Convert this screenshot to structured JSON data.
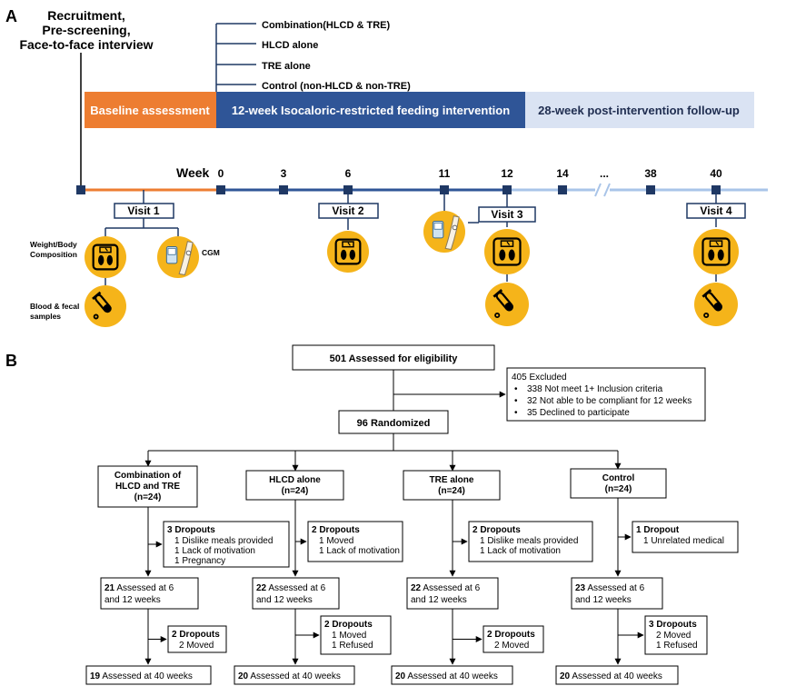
{
  "panel_a": {
    "letter": "A",
    "recruitment": [
      "Recruitment,",
      "Pre-screening,",
      "Face-to-face interview"
    ],
    "arms": [
      "Combination(HLCD & TRE)",
      "HLCD alone",
      "TRE alone",
      "Control (non-HLCD & non-TRE)"
    ],
    "phases": {
      "baseline": "Baseline assessment",
      "intervention": "12-week Isocaloric-restricted feeding intervention",
      "followup": "28-week post-intervention follow-up"
    },
    "colors": {
      "baseline": "#ED7D31",
      "intervention": "#2F5597",
      "followup": "#DAE3F3",
      "icon_fill": "#F5B41A",
      "timeline": "#1F3864"
    },
    "week_label": "Week",
    "weeks": [
      "0",
      "3",
      "6",
      "11",
      "12",
      "14",
      "...",
      "38",
      "40"
    ],
    "visits": [
      "Visit 1",
      "Visit 2",
      "Visit 3",
      "Visit 4"
    ],
    "measures": {
      "weight": [
        "Weight/Body",
        "Composition"
      ],
      "cgm": "CGM",
      "samples": [
        "Blood & fecal",
        "samples"
      ]
    },
    "icons": [
      "scale-icon",
      "cgm-icon",
      "test-tube-icon"
    ]
  },
  "panel_b": {
    "letter": "B",
    "assessed": "501 Assessed for eligibility",
    "excluded": {
      "title": "405 Excluded",
      "items": [
        "338 Not meet 1+ Inclusion criteria",
        "32 Not able to be compliant for 12 weeks",
        "35 Declined to participate"
      ]
    },
    "randomized": "96 Randomized",
    "groups": [
      {
        "name": [
          "Combination of",
          "HLCD and TRE",
          "(n=24)"
        ],
        "dropouts1": {
          "title": "3 Dropouts",
          "items": [
            "1 Dislike meals provided",
            "1 Lack of motivation",
            "1 Pregnancy"
          ]
        },
        "assessed12": {
          "num": "21",
          "text": [
            " Assessed at 6",
            "and 12 weeks"
          ]
        },
        "dropouts2": {
          "title": "2 Dropouts",
          "items": [
            "2 Moved"
          ]
        },
        "assessed40": {
          "num": "19",
          "text": " Assessed at 40 weeks"
        }
      },
      {
        "name": [
          "HLCD alone",
          "(n=24)"
        ],
        "dropouts1": {
          "title": "2 Dropouts",
          "items": [
            "1 Moved",
            "1 Lack of motivation"
          ]
        },
        "assessed12": {
          "num": "22",
          "text": [
            " Assessed at 6",
            "and 12 weeks"
          ]
        },
        "dropouts2": {
          "title": "2 Dropouts",
          "items": [
            "1 Moved",
            "1 Refused"
          ]
        },
        "assessed40": {
          "num": "20",
          "text": " Assessed at 40 weeks"
        }
      },
      {
        "name": [
          "TRE alone",
          "(n=24)"
        ],
        "dropouts1": {
          "title": "2 Dropouts",
          "items": [
            "1 Dislike meals provided",
            "1 Lack of motivation"
          ]
        },
        "assessed12": {
          "num": "22",
          "text": [
            " Assessed at 6",
            "and 12  weeks"
          ]
        },
        "dropouts2": {
          "title": "2 Dropouts",
          "items": [
            "2 Moved"
          ]
        },
        "assessed40": {
          "num": "20",
          "text": " Assessed at 40 weeks"
        }
      },
      {
        "name": [
          "Control",
          "(n=24)"
        ],
        "dropouts1": {
          "title": "1 Dropout",
          "items": [
            "1 Unrelated medical"
          ]
        },
        "assessed12": {
          "num": "23",
          "text": [
            " Assessed at 6",
            "and 12 weeks"
          ]
        },
        "dropouts2": {
          "title": "3 Dropouts",
          "items": [
            "2 Moved",
            "1 Refused"
          ]
        },
        "assessed40": {
          "num": "20",
          "text": " Assessed at 40 weeks"
        }
      }
    ]
  }
}
